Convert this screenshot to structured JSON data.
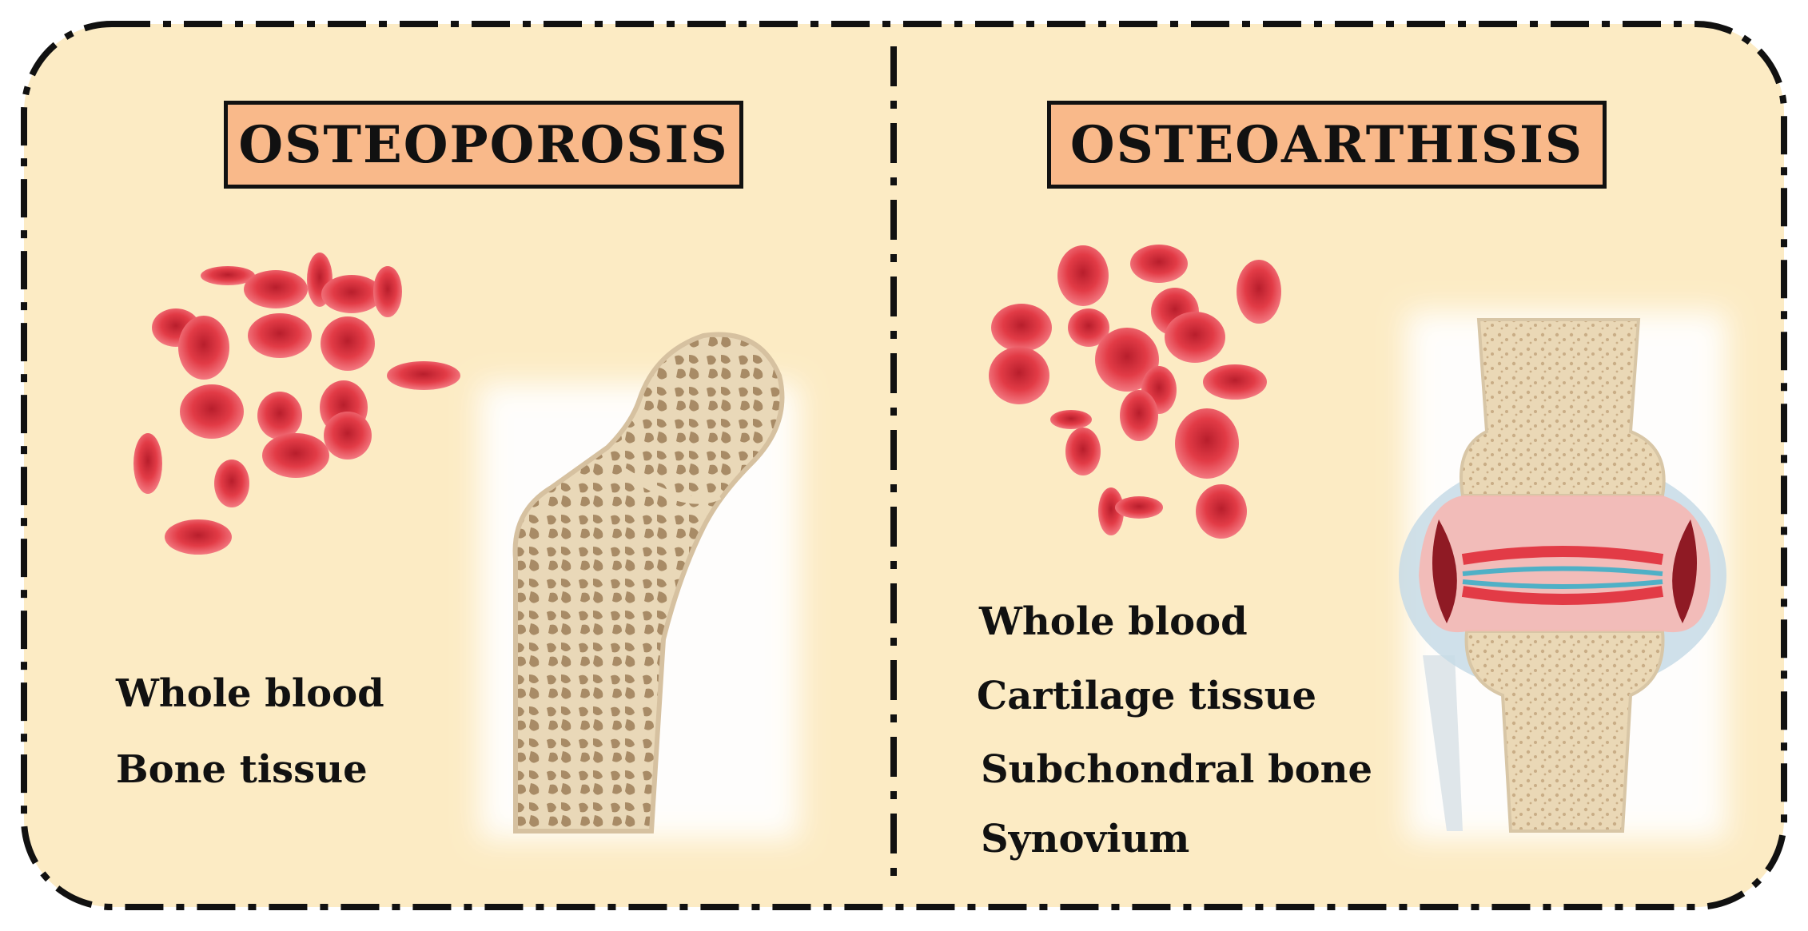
{
  "colors": {
    "background_panel": "#fcebc4",
    "title_fill": "#f9b98a",
    "outline": "#111111",
    "blood_cell": "#e23b46",
    "bone": "#e9d8b8",
    "bone_pores": "#a88b66"
  },
  "panels": [
    {
      "title": "OSTEOPOROSIS",
      "illustration": "femur-bone-icon",
      "samples": [
        "Whole blood",
        "Bone tissue"
      ]
    },
    {
      "title": "OSTEOARTHISIS",
      "illustration": "knee-joint-icon",
      "samples": [
        "Whole blood",
        "Cartilage tissue",
        "Subchondral bone",
        "Synovium"
      ]
    }
  ]
}
